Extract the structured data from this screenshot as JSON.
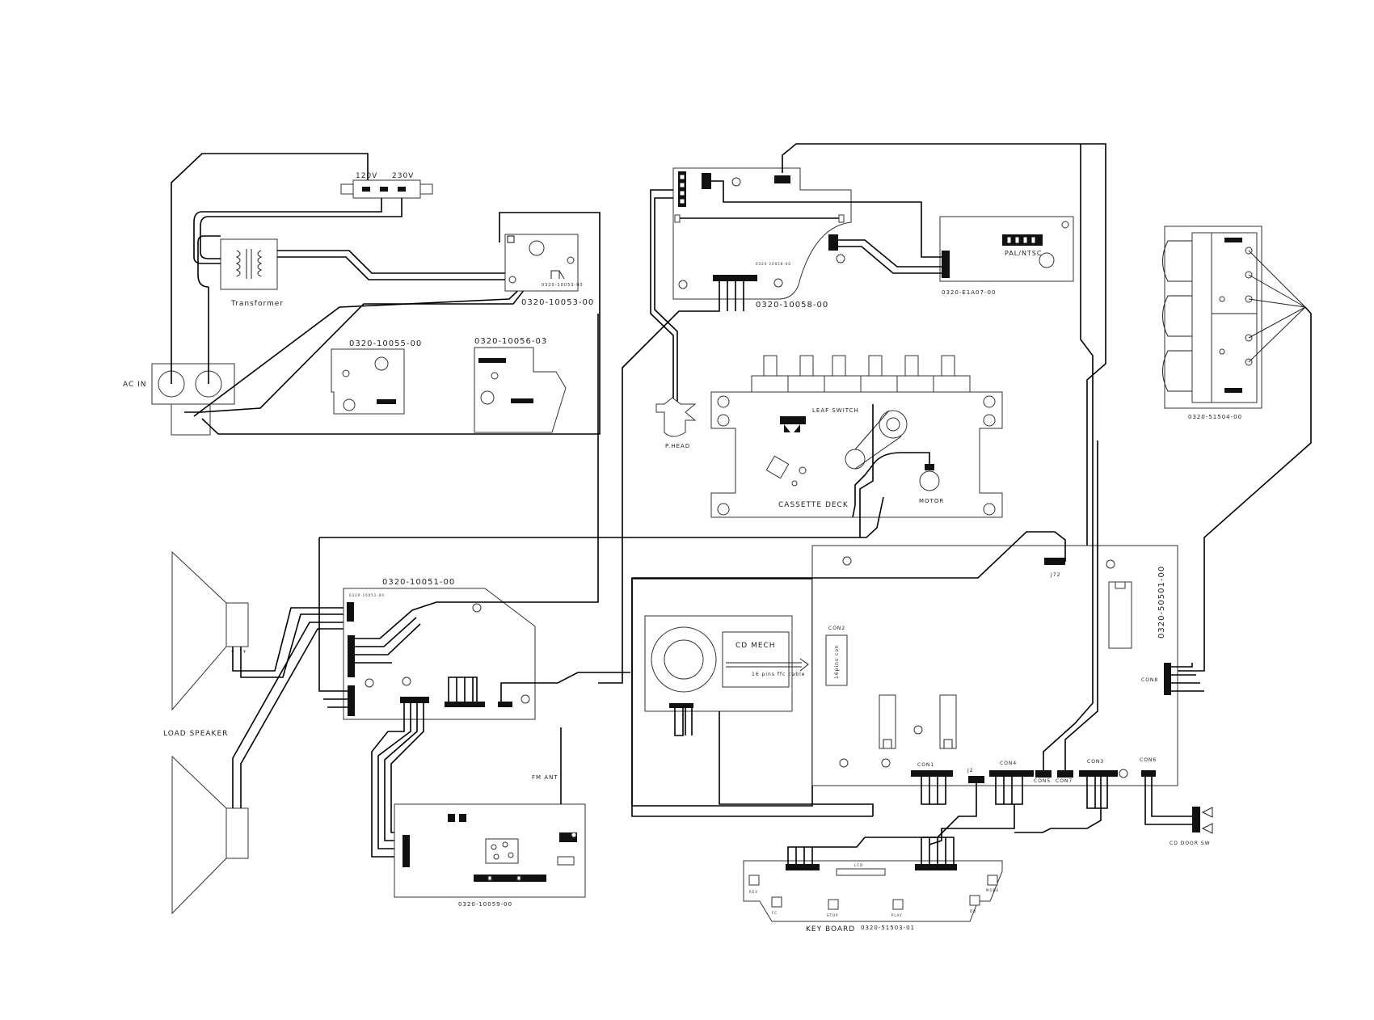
{
  "labels": {
    "v120": "120V",
    "v230": "230V",
    "transformer": "Transformer",
    "ac_in": "AC IN",
    "board_53": "0320-10053-00",
    "board_53_small": "0320-10053-00",
    "board_55": "0320-10055-00",
    "board_56": "0320-10056-03",
    "board_58": "0320-10058-00",
    "board_e1a07": "0320-E1A07-00",
    "pal_ntsc": "PAL/NTSC",
    "board_51504": "0320-51504-00",
    "phead": "P.HEAD",
    "leaf_switch": "LEAF SWITCH",
    "cassette_deck": "CASSETTE DECK",
    "motor": "MOTOR",
    "board_51": "0320-10051-00",
    "load_speaker": "LOAD SPEAKER",
    "fm_ant": "FM ANT",
    "board_59": "0320-10059-00",
    "cd_mech": "CD MECH",
    "ffc_cable": "16 pins ffc cable",
    "con2": "CON2",
    "pins_con": "16pins con",
    "j72": "J72",
    "board_50501": "0320-50501-00",
    "con8": "CON8",
    "con1": "CON1",
    "j2": "J2",
    "con4": "CON4",
    "con5": "CON5",
    "con7": "CON7",
    "con3": "CON3",
    "con6": "CON6",
    "cd_door_sw": "CD DOOR SW",
    "key_board": "KEY BOARD",
    "board_51503": "0320-51503-01",
    "lcd": "LCD",
    "key_rev": "REV",
    "key_fc": "FC",
    "key_stop": "STOP",
    "key_play": "PLAY",
    "key_dd": "DD",
    "key_mode": "MODE"
  }
}
